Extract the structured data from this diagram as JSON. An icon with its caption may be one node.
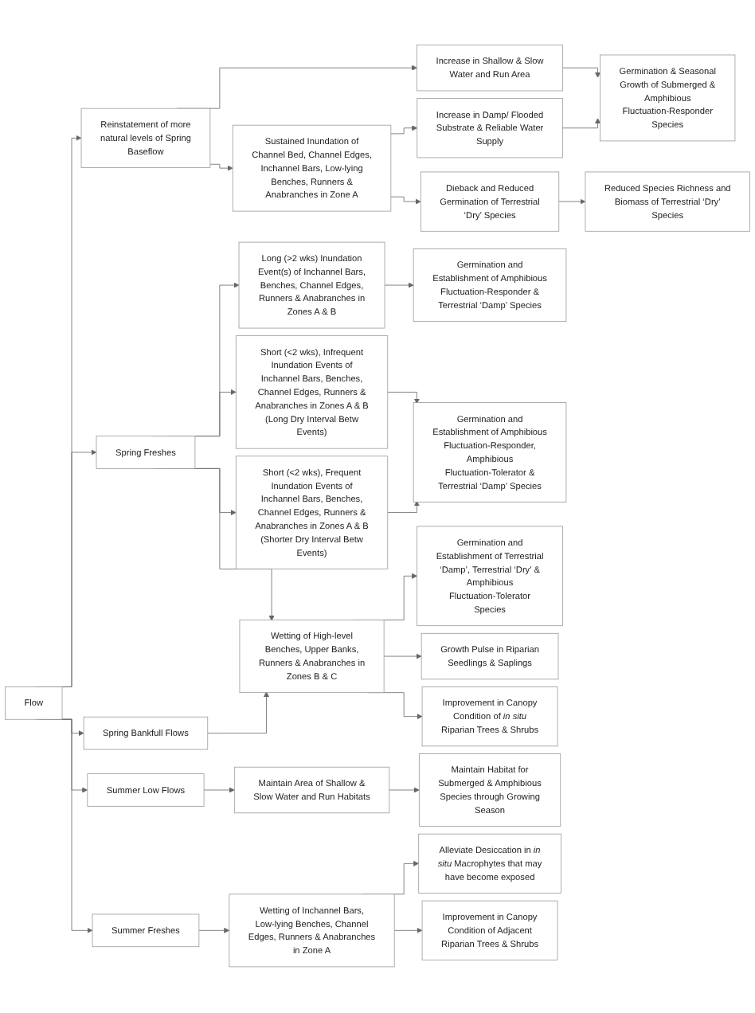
{
  "diagram": {
    "nodes": [
      {
        "text": [
          "Flow"
        ]
      },
      {
        "text": [
          "Reinstatement of more natural levels of Spring Baseflow"
        ]
      },
      {
        "text": [
          "Increase in Shallow & Slow Water and Run Area"
        ]
      },
      {
        "text": [
          "Germination & Seasonal Growth of Submerged & Amphibious Fluctuation-Responder Species"
        ]
      },
      {
        "text": [
          "Sustained Inundation of Channel Bed, Channel Edges, Inchannel Bars, Low-lying Benches, Runners & Anabranches in Zone A"
        ]
      },
      {
        "text": [
          "Increase in Damp/ Flooded Substrate & Reliable Water Supply"
        ]
      },
      {
        "text": [
          "Dieback and Reduced Germination of Terrestrial ‘Dry’ Species"
        ]
      },
      {
        "text": [
          "Reduced Species Richness and Biomass of Terrestrial ‘Dry’ Species"
        ]
      },
      {
        "text": [
          "Long (>2 wks) Inundation Event(s) of Inchannel Bars, Benches, Channel Edges, Runners & Anabranches in Zones A & B"
        ]
      },
      {
        "text": [
          "Germination and Establishment of Amphibious Fluctuation-Responder & Terrestrial ‘Damp’ Species"
        ]
      },
      {
        "text": [
          "Short (<2 wks), Infrequent Inundation Events of Inchannel Bars, Benches, Channel Edges, Runners & Anabranches in Zones A & B (Long Dry Interval Betw Events)"
        ]
      },
      {
        "text": [
          "Germination and Establishment of Amphibious Fluctuation-Responder, Amphibious Fluctuation-Tolerator & Terrestrial ‘Damp’ Species"
        ]
      },
      {
        "text": [
          "Spring Freshes"
        ]
      },
      {
        "text": [
          "Short (<2 wks), Frequent Inundation Events of Inchannel Bars, Benches, Channel Edges, Runners & Anabranches in Zones A & B (Shorter Dry Interval Betw Events)"
        ]
      },
      {
        "text": [
          "Germination and Establishment of Terrestrial ‘Damp’, Terrestrial ‘Dry’ & Amphibious Fluctuation-Tolerator Species"
        ]
      },
      {
        "text": [
          "Wetting of High-level Benches, Upper Banks, Runners & Anabranches in Zones B & C"
        ]
      },
      {
        "text": [
          "Growth Pulse in Riparian Seedlings & Saplings"
        ]
      },
      {
        "text": [
          "Spring Bankfull Flows"
        ]
      },
      {
        "text": [
          "Improvement in Canopy Condition of *in situ* Riparian Trees & Shrubs"
        ]
      },
      {
        "text": [
          "Summer Low Flows"
        ]
      },
      {
        "text": [
          "Maintain Area of Shallow & Slow Water and Run Habitats"
        ]
      },
      {
        "text": [
          "Maintain Habitat for Submerged & Amphibious Species through Growing Season"
        ]
      },
      {
        "text": [
          "Alleviate Desiccation in *in situ* Macrophytes that may have become exposed"
        ]
      },
      {
        "text": [
          "Summer Freshes"
        ]
      },
      {
        "text": [
          "Wetting of Inchannel Bars, Low-lying Benches, Channel Edges, Runners & Anabranches in Zone A"
        ]
      },
      {
        "text": [
          "Improvement in Canopy Condition of Adjacent Riparian Trees & Shrubs"
        ]
      }
    ],
    "edges": [
      {
        "from": 0,
        "to": 1,
        "arrow": "to"
      },
      {
        "from": 0,
        "to": 12,
        "arrow": "to"
      },
      {
        "from": 0,
        "to": 17,
        "arrow": "to"
      },
      {
        "from": 0,
        "to": 19,
        "arrow": "to"
      },
      {
        "from": 0,
        "to": 23,
        "arrow": "to"
      },
      {
        "from": 1,
        "to": 2,
        "arrow": "to"
      },
      {
        "from": 1,
        "to": 4,
        "arrow": "to"
      },
      {
        "from": 2,
        "to": 3,
        "arrow": "to"
      },
      {
        "from": 4,
        "to": 5,
        "arrow": "to"
      },
      {
        "from": 4,
        "to": 6,
        "arrow": "to"
      },
      {
        "from": 5,
        "to": 3,
        "arrow": "to"
      },
      {
        "from": 6,
        "to": 7,
        "arrow": "to"
      },
      {
        "from": 12,
        "to": 8,
        "arrow": "to"
      },
      {
        "from": 12,
        "to": 10,
        "arrow": "to"
      },
      {
        "from": 12,
        "to": 13,
        "arrow": "to"
      },
      {
        "from": 12,
        "to": 15,
        "arrow": "to"
      },
      {
        "from": 8,
        "to": 9,
        "arrow": "to"
      },
      {
        "from": 10,
        "to": 11,
        "arrow": "to"
      },
      {
        "from": 13,
        "to": 11,
        "arrow": "to"
      },
      {
        "from": 17,
        "to": 15,
        "arrow": "to"
      },
      {
        "from": 15,
        "to": 14,
        "arrow": "to"
      },
      {
        "from": 15,
        "to": 16,
        "arrow": "to"
      },
      {
        "from": 15,
        "to": 18,
        "arrow": "to"
      },
      {
        "from": 19,
        "to": 20,
        "arrow": "to"
      },
      {
        "from": 20,
        "to": 21,
        "arrow": "to"
      },
      {
        "from": 23,
        "to": 24,
        "arrow": "to"
      },
      {
        "from": 24,
        "to": 22,
        "arrow": "to"
      },
      {
        "from": 24,
        "to": 25,
        "arrow": "to"
      }
    ]
  }
}
